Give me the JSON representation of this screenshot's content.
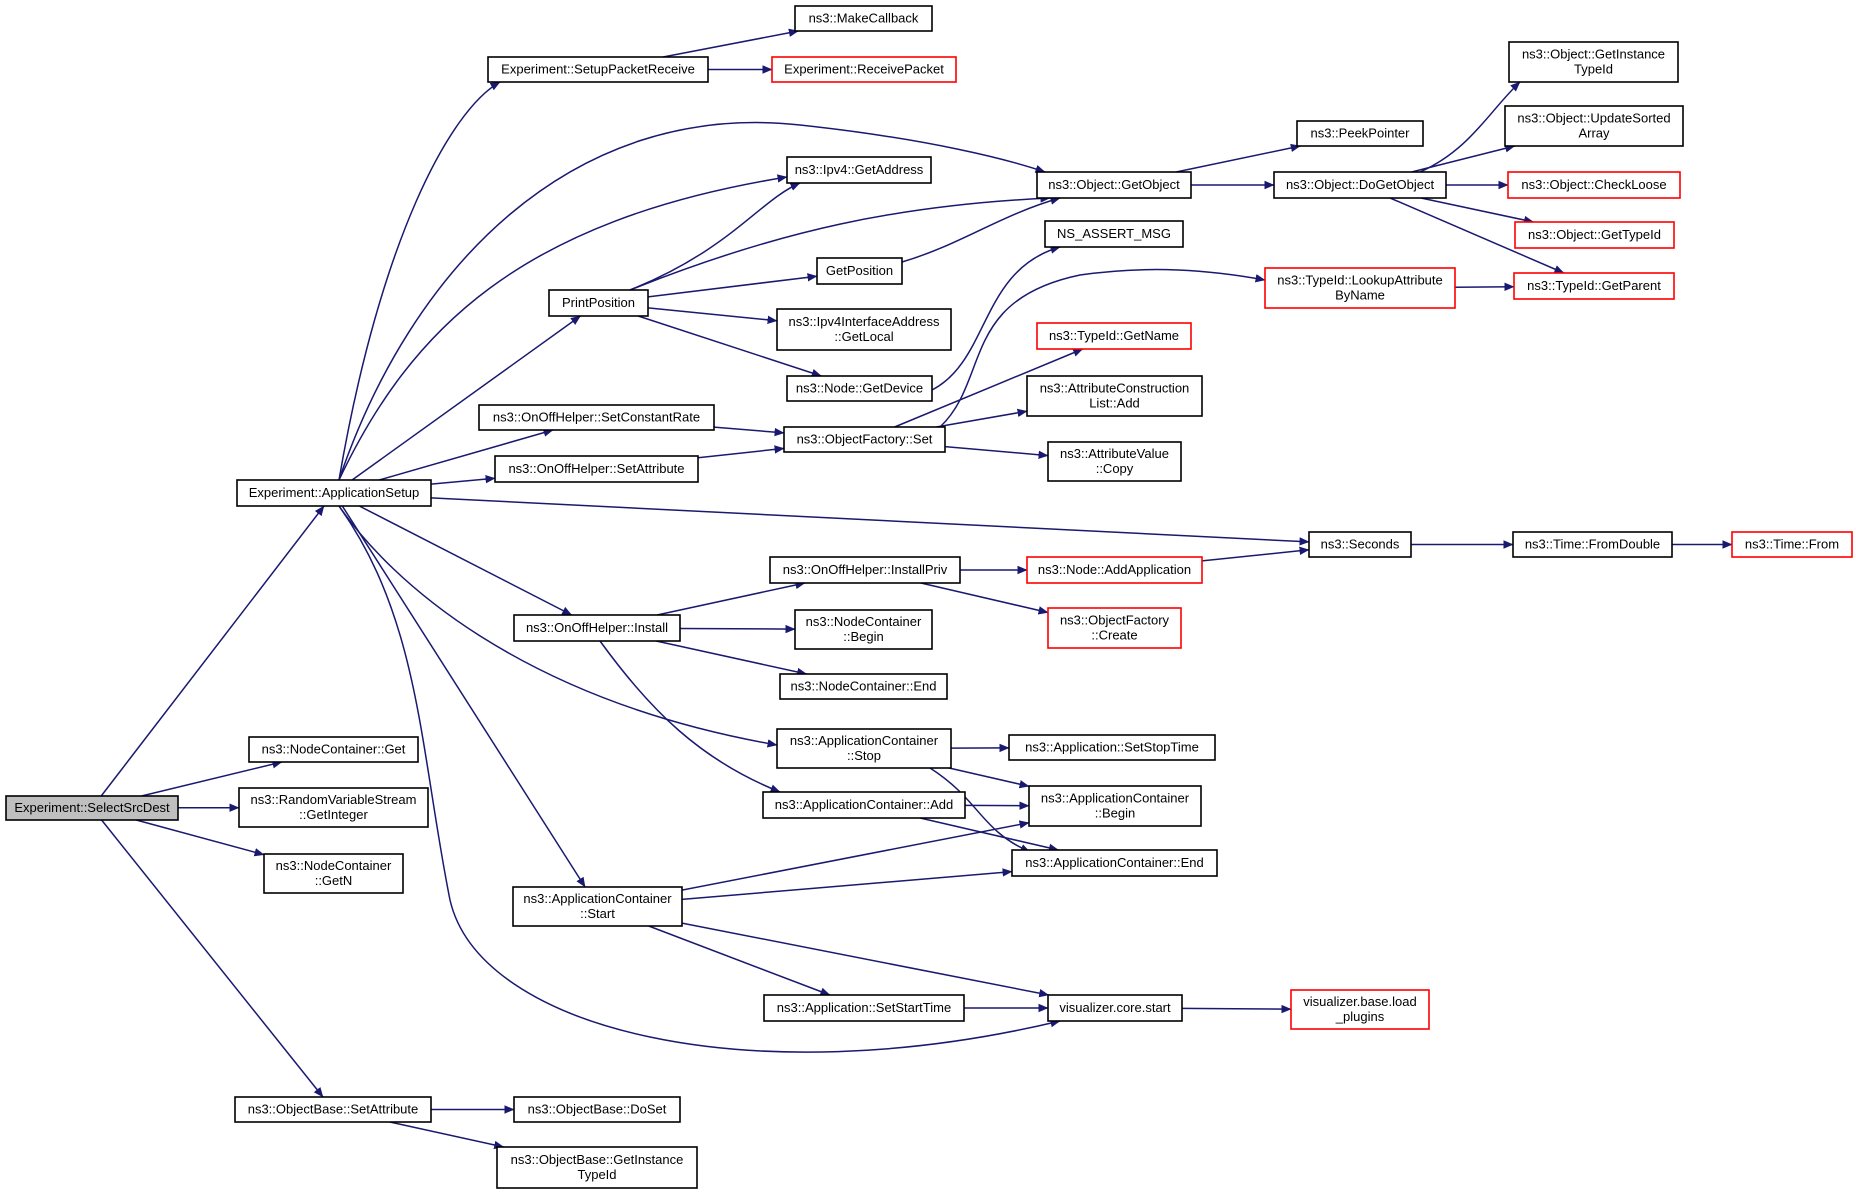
{
  "graph": {
    "type": "call-graph",
    "colors": {
      "edge": "#191970",
      "truncated_border": "#ff0000",
      "root_fill": "#bfbfbf"
    },
    "nodes": [
      {
        "id": "root",
        "lines": [
          "Experiment::SelectSrcDest"
        ],
        "style": "root"
      },
      {
        "id": "appsetup",
        "lines": [
          "Experiment::ApplicationSetup"
        ]
      },
      {
        "id": "ncget",
        "lines": [
          "ns3::NodeContainer::Get"
        ]
      },
      {
        "id": "rvsgetint",
        "lines": [
          "ns3::RandomVariableStream",
          "::GetInteger"
        ]
      },
      {
        "id": "ncgetn",
        "lines": [
          "ns3::NodeContainer",
          "::GetN"
        ]
      },
      {
        "id": "obsetattr",
        "lines": [
          "ns3::ObjectBase::SetAttribute"
        ]
      },
      {
        "id": "obdoset",
        "lines": [
          "ns3::ObjectBase::DoSet"
        ]
      },
      {
        "id": "obgetinst",
        "lines": [
          "ns3::ObjectBase::GetInstance",
          "TypeId"
        ]
      },
      {
        "id": "setuprecv",
        "lines": [
          "Experiment::SetupPacketReceive"
        ]
      },
      {
        "id": "makecb",
        "lines": [
          "ns3::MakeCallback"
        ]
      },
      {
        "id": "recvpkt",
        "lines": [
          "Experiment::ReceivePacket"
        ],
        "style": "trunc"
      },
      {
        "id": "printpos",
        "lines": [
          "PrintPosition"
        ]
      },
      {
        "id": "ipv4getaddr",
        "lines": [
          "ns3::Ipv4::GetAddress"
        ]
      },
      {
        "id": "getpos",
        "lines": [
          "GetPosition"
        ]
      },
      {
        "id": "ipv4local",
        "lines": [
          "ns3::Ipv4InterfaceAddress",
          "::GetLocal"
        ]
      },
      {
        "id": "nodegetdev",
        "lines": [
          "ns3::Node::GetDevice"
        ]
      },
      {
        "id": "objgetobj",
        "lines": [
          "ns3::Object::GetObject"
        ]
      },
      {
        "id": "peekptr",
        "lines": [
          "ns3::PeekPointer"
        ]
      },
      {
        "id": "dogetobj",
        "lines": [
          "ns3::Object::DoGetObject"
        ]
      },
      {
        "id": "getinsttid",
        "lines": [
          "ns3::Object::GetInstance",
          "TypeId"
        ]
      },
      {
        "id": "updsorted",
        "lines": [
          "ns3::Object::UpdateSorted",
          "Array"
        ]
      },
      {
        "id": "checkloose",
        "lines": [
          "ns3::Object::CheckLoose"
        ],
        "style": "trunc"
      },
      {
        "id": "objgettid",
        "lines": [
          "ns3::Object::GetTypeId"
        ],
        "style": "trunc"
      },
      {
        "id": "tidgetparent",
        "lines": [
          "ns3::TypeId::GetParent"
        ],
        "style": "trunc"
      },
      {
        "id": "nsassert",
        "lines": [
          "NS_ASSERT_MSG"
        ]
      },
      {
        "id": "tidlookup",
        "lines": [
          "ns3::TypeId::LookupAttribute",
          "ByName"
        ],
        "style": "trunc"
      },
      {
        "id": "tidgetname",
        "lines": [
          "ns3::TypeId::GetName"
        ],
        "style": "trunc"
      },
      {
        "id": "acladd",
        "lines": [
          "ns3::AttributeConstruction",
          "List::Add"
        ]
      },
      {
        "id": "avcopy",
        "lines": [
          "ns3::AttributeValue",
          "::Copy"
        ]
      },
      {
        "id": "onoffsetrate",
        "lines": [
          "ns3::OnOffHelper::SetConstantRate"
        ]
      },
      {
        "id": "onoffsetattr",
        "lines": [
          "ns3::OnOffHelper::SetAttribute"
        ]
      },
      {
        "id": "objfactset",
        "lines": [
          "ns3::ObjectFactory::Set"
        ]
      },
      {
        "id": "seconds",
        "lines": [
          "ns3::Seconds"
        ]
      },
      {
        "id": "fromdouble",
        "lines": [
          "ns3::Time::FromDouble"
        ]
      },
      {
        "id": "timefrom",
        "lines": [
          "ns3::Time::From"
        ],
        "style": "trunc"
      },
      {
        "id": "installpriv",
        "lines": [
          "ns3::OnOffHelper::InstallPriv"
        ]
      },
      {
        "id": "nodeaddapp",
        "lines": [
          "ns3::Node::AddApplication"
        ],
        "style": "trunc"
      },
      {
        "id": "objfactcreate",
        "lines": [
          "ns3::ObjectFactory",
          "::Create"
        ],
        "style": "trunc"
      },
      {
        "id": "onoffinstall",
        "lines": [
          "ns3::OnOffHelper::Install"
        ]
      },
      {
        "id": "ncbegin",
        "lines": [
          "ns3::NodeContainer",
          "::Begin"
        ]
      },
      {
        "id": "ncend",
        "lines": [
          "ns3::NodeContainer::End"
        ]
      },
      {
        "id": "acstop",
        "lines": [
          "ns3::ApplicationContainer",
          "::Stop"
        ]
      },
      {
        "id": "appsetstop",
        "lines": [
          "ns3::Application::SetStopTime"
        ]
      },
      {
        "id": "acadd",
        "lines": [
          "ns3::ApplicationContainer::Add"
        ]
      },
      {
        "id": "acbegin",
        "lines": [
          "ns3::ApplicationContainer",
          "::Begin"
        ]
      },
      {
        "id": "acend",
        "lines": [
          "ns3::ApplicationContainer::End"
        ]
      },
      {
        "id": "acstart",
        "lines": [
          "ns3::ApplicationContainer",
          "::Start"
        ]
      },
      {
        "id": "appsetstart",
        "lines": [
          "ns3::Application::SetStartTime"
        ]
      },
      {
        "id": "vizstart",
        "lines": [
          "visualizer.core.start"
        ]
      },
      {
        "id": "vizload",
        "lines": [
          "visualizer.base.load",
          "_plugins"
        ],
        "style": "trunc"
      }
    ],
    "edges": [
      [
        "root",
        "appsetup"
      ],
      [
        "root",
        "ncget"
      ],
      [
        "root",
        "rvsgetint"
      ],
      [
        "root",
        "ncgetn"
      ],
      [
        "root",
        "obsetattr"
      ],
      [
        "obsetattr",
        "obdoset"
      ],
      [
        "obsetattr",
        "obgetinst"
      ],
      [
        "appsetup",
        "setuprecv"
      ],
      [
        "appsetup",
        "objgetobj"
      ],
      [
        "appsetup",
        "ipv4getaddr"
      ],
      [
        "appsetup",
        "printpos"
      ],
      [
        "appsetup",
        "onoffsetrate"
      ],
      [
        "appsetup",
        "onoffsetattr"
      ],
      [
        "appsetup",
        "seconds"
      ],
      [
        "appsetup",
        "onoffinstall"
      ],
      [
        "appsetup",
        "acstop"
      ],
      [
        "appsetup",
        "acstart"
      ],
      [
        "appsetup",
        "vizstart"
      ],
      [
        "setuprecv",
        "makecb"
      ],
      [
        "setuprecv",
        "recvpkt"
      ],
      [
        "printpos",
        "ipv4getaddr"
      ],
      [
        "printpos",
        "objgetobj"
      ],
      [
        "printpos",
        "getpos"
      ],
      [
        "printpos",
        "ipv4local"
      ],
      [
        "printpos",
        "nodegetdev"
      ],
      [
        "getpos",
        "objgetobj"
      ],
      [
        "objgetobj",
        "peekptr"
      ],
      [
        "objgetobj",
        "dogetobj"
      ],
      [
        "dogetobj",
        "getinsttid"
      ],
      [
        "dogetobj",
        "updsorted"
      ],
      [
        "dogetobj",
        "checkloose"
      ],
      [
        "dogetobj",
        "objgettid"
      ],
      [
        "dogetobj",
        "tidgetparent"
      ],
      [
        "nodegetdev",
        "nsassert"
      ],
      [
        "onoffsetrate",
        "objfactset"
      ],
      [
        "onoffsetattr",
        "objfactset"
      ],
      [
        "objfactset",
        "tidlookup"
      ],
      [
        "objfactset",
        "tidgetname"
      ],
      [
        "objfactset",
        "acladd"
      ],
      [
        "objfactset",
        "avcopy"
      ],
      [
        "tidlookup",
        "tidgetparent"
      ],
      [
        "seconds",
        "fromdouble"
      ],
      [
        "fromdouble",
        "timefrom"
      ],
      [
        "onoffinstall",
        "installpriv"
      ],
      [
        "onoffinstall",
        "ncbegin"
      ],
      [
        "onoffinstall",
        "ncend"
      ],
      [
        "onoffinstall",
        "acadd"
      ],
      [
        "installpriv",
        "nodeaddapp"
      ],
      [
        "installpriv",
        "objfactcreate"
      ],
      [
        "nodeaddapp",
        "seconds"
      ],
      [
        "acstop",
        "appsetstop"
      ],
      [
        "acstop",
        "acbegin"
      ],
      [
        "acstop",
        "acend"
      ],
      [
        "acadd",
        "acbegin"
      ],
      [
        "acadd",
        "acend"
      ],
      [
        "acstart",
        "acbegin"
      ],
      [
        "acstart",
        "acend"
      ],
      [
        "acstart",
        "appsetstart"
      ],
      [
        "acstart",
        "vizstart"
      ],
      [
        "appsetstart",
        "vizstart"
      ],
      [
        "vizstart",
        "vizload"
      ]
    ]
  }
}
